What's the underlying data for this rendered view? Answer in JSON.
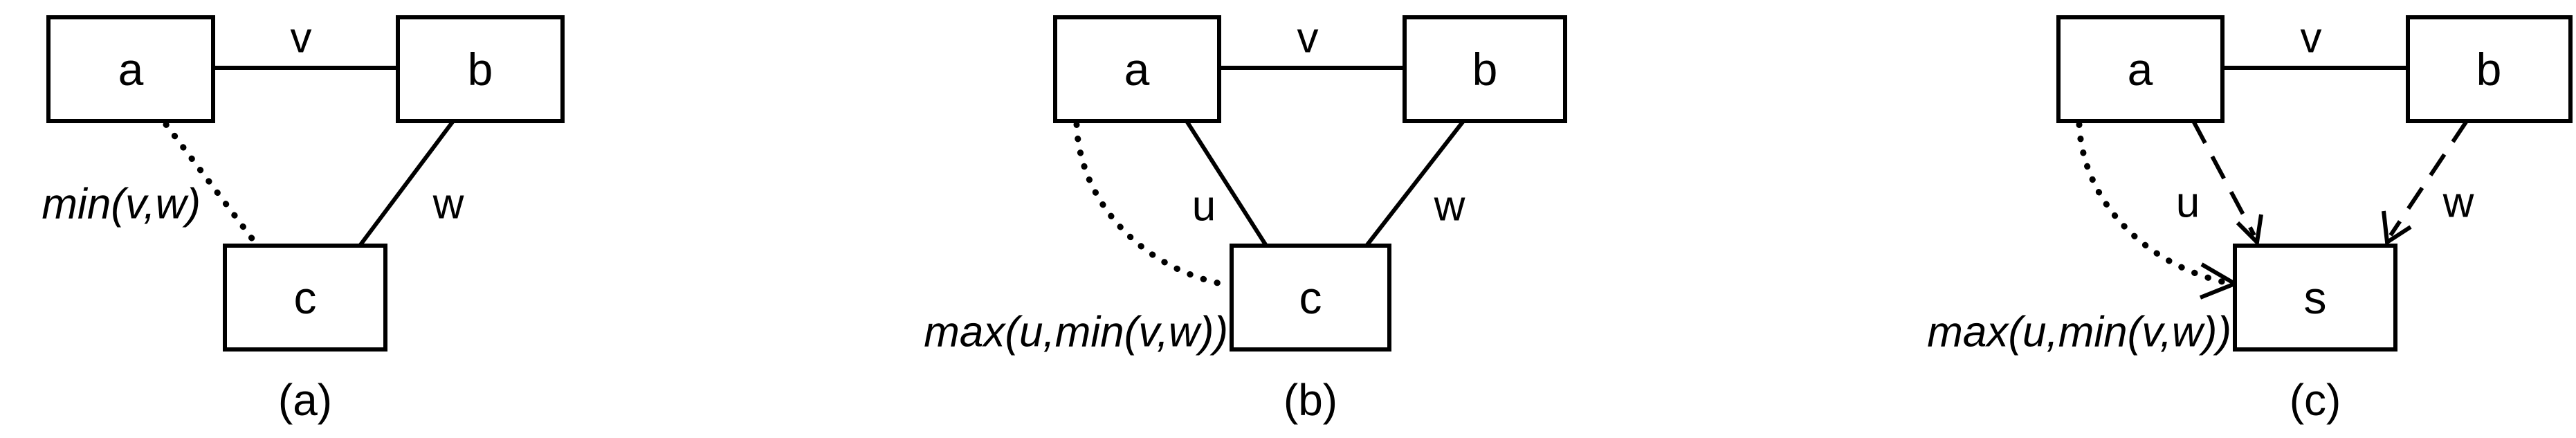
{
  "panels": [
    {
      "caption": "(a)",
      "nodes": {
        "a": "a",
        "b": "b",
        "c": "c"
      },
      "edge_labels": {
        "ab": "v",
        "bc": "w"
      },
      "formula": "min(v,w)"
    },
    {
      "caption": "(b)",
      "nodes": {
        "a": "a",
        "b": "b",
        "c": "c"
      },
      "edge_labels": {
        "ab": "v",
        "ac": "u",
        "bc": "w"
      },
      "formula": "max(u,min(v,w))"
    },
    {
      "caption": "(c)",
      "nodes": {
        "a": "a",
        "b": "b",
        "s": "s"
      },
      "edge_labels": {
        "ab": "v",
        "as": "u",
        "bs": "w"
      },
      "formula": "max(u,min(v,w))"
    }
  ]
}
